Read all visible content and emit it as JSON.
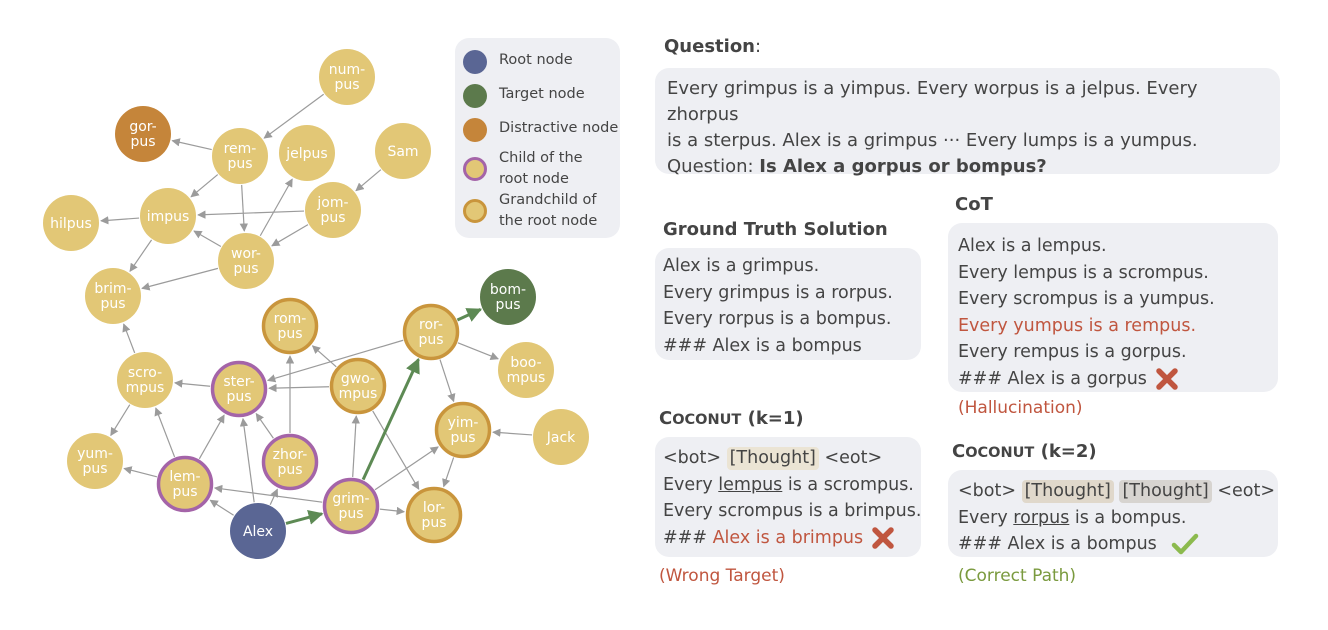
{
  "colors": {
    "root": "#5a6694",
    "target": "#5c7a4c",
    "distractive": "#c5853a",
    "node_fill": "#e2c776",
    "child_stroke": "#a464a8",
    "grandchild_stroke": "#c9953c",
    "edge": "#9b9b9b",
    "path": "#5d8a54",
    "error_red": "#c0563f",
    "correct_green": "#7a9a3e"
  },
  "graph": {
    "nodes": [
      {
        "id": "numpus",
        "label": "num-\npus",
        "kind": "plain"
      },
      {
        "id": "gorpus",
        "label": "gor-\npus",
        "kind": "distractive"
      },
      {
        "id": "rempus",
        "label": "rem-\npus",
        "kind": "plain"
      },
      {
        "id": "jelpus",
        "label": "jelpus",
        "kind": "plain"
      },
      {
        "id": "Sam",
        "label": "Sam",
        "kind": "plain"
      },
      {
        "id": "hilpus",
        "label": "hilpus",
        "kind": "plain"
      },
      {
        "id": "impus",
        "label": "impus",
        "kind": "plain"
      },
      {
        "id": "jompus",
        "label": "jom-\npus",
        "kind": "plain"
      },
      {
        "id": "worpus",
        "label": "wor-\npus",
        "kind": "plain"
      },
      {
        "id": "brimpus",
        "label": "brim-\npus",
        "kind": "plain"
      },
      {
        "id": "rompus",
        "label": "rom-\npus",
        "kind": "grandchild"
      },
      {
        "id": "rorpus",
        "label": "ror-\npus",
        "kind": "grandchild"
      },
      {
        "id": "bompus",
        "label": "bom-\npus",
        "kind": "target"
      },
      {
        "id": "boompus",
        "label": "boo-\nmpus",
        "kind": "plain"
      },
      {
        "id": "scrompus",
        "label": "scro-\nmpus",
        "kind": "plain"
      },
      {
        "id": "sterpus",
        "label": "ster-\npus",
        "kind": "child"
      },
      {
        "id": "gwompus",
        "label": "gwo-\nmpus",
        "kind": "grandchild"
      },
      {
        "id": "yimpus",
        "label": "yim-\npus",
        "kind": "grandchild"
      },
      {
        "id": "Jack",
        "label": "Jack",
        "kind": "plain"
      },
      {
        "id": "yumpus",
        "label": "yum-\npus",
        "kind": "plain"
      },
      {
        "id": "lempus",
        "label": "lem-\npus",
        "kind": "child"
      },
      {
        "id": "zhorpus",
        "label": "zhor-\npus",
        "kind": "child"
      },
      {
        "id": "grimpus",
        "label": "grim-\npus",
        "kind": "child"
      },
      {
        "id": "lorpus",
        "label": "lor-\npus",
        "kind": "grandchild"
      },
      {
        "id": "Alex",
        "label": "Alex",
        "kind": "root"
      }
    ],
    "edges": [
      [
        "numpus",
        "rempus"
      ],
      [
        "Sam",
        "jompus"
      ],
      [
        "rempus",
        "gorpus"
      ],
      [
        "rempus",
        "impus"
      ],
      [
        "rempus",
        "worpus"
      ],
      [
        "impus",
        "hilpus"
      ],
      [
        "impus",
        "brimpus"
      ],
      [
        "jompus",
        "impus"
      ],
      [
        "jompus",
        "worpus"
      ],
      [
        "worpus",
        "impus"
      ],
      [
        "worpus",
        "jelpus"
      ],
      [
        "worpus",
        "brimpus"
      ],
      [
        "scrompus",
        "brimpus"
      ],
      [
        "scrompus",
        "yumpus"
      ],
      [
        "lempus",
        "scrompus"
      ],
      [
        "lempus",
        "yumpus"
      ],
      [
        "lempus",
        "sterpus"
      ],
      [
        "Alex",
        "lempus"
      ],
      [
        "Alex",
        "sterpus"
      ],
      [
        "Alex",
        "zhorpus"
      ],
      [
        "zhorpus",
        "sterpus"
      ],
      [
        "zhorpus",
        "rompus"
      ],
      [
        "gwompus",
        "sterpus"
      ],
      [
        "gwompus",
        "rompus"
      ],
      [
        "grimpus",
        "gwompus"
      ],
      [
        "grimpus",
        "lempus"
      ],
      [
        "grimpus",
        "yimpus"
      ],
      [
        "grimpus",
        "lorpus"
      ],
      [
        "rorpus",
        "sterpus"
      ],
      [
        "rorpus",
        "boompus"
      ],
      [
        "rorpus",
        "yimpus"
      ],
      [
        "gwompus",
        "lorpus"
      ],
      [
        "yimpus",
        "lorpus"
      ],
      [
        "Jack",
        "yimpus"
      ],
      [
        "sterpus",
        "scrompus"
      ]
    ],
    "path_edges": [
      [
        "Alex",
        "grimpus"
      ],
      [
        "grimpus",
        "rorpus"
      ],
      [
        "rorpus",
        "bompus"
      ]
    ]
  },
  "legend": [
    {
      "label": "Root node",
      "kind": "root"
    },
    {
      "label": "Target node",
      "kind": "target"
    },
    {
      "label": "Distractive node",
      "kind": "distractive"
    },
    {
      "label": "Child of the\nroot node",
      "kind": "child"
    },
    {
      "label": "Grandchild of\nthe root node",
      "kind": "grandchild"
    }
  ],
  "question": {
    "heading": "Question",
    "colon": ":",
    "line1": "Every grimpus is a yimpus. Every worpus is a jelpus. Every zhorpus",
    "line2": "is a sterpus. Alex is a grimpus ··· Every lumps is a yumpus.",
    "prefix": "Question: ",
    "bold": "Is Alex a gorpus or bompus?"
  },
  "ground_truth": {
    "heading": "Ground Truth Solution",
    "lines": [
      "Alex is a grimpus.",
      "Every grimpus is a rorpus.",
      "Every rorpus is a bompus.",
      "### Alex is a bompus"
    ]
  },
  "cot": {
    "heading": "CoT",
    "lines": [
      "Alex is a lempus.",
      "Every lempus is a scrompus.",
      "Every scrompus is a yumpus.",
      "Every yumpus is a rempus.",
      "Every rempus is a gorpus.",
      "### Alex is a gorpus"
    ],
    "note": "(Hallucination)"
  },
  "coconut1": {
    "heading_c": "C",
    "heading_sc": "OCONUT",
    "heading_k": " (k=1)",
    "bot": "<bot>",
    "thought": "[Thought]",
    "eot": "<eot>",
    "l2_pre": "Every ",
    "l2_u": "lempus",
    "l2_post": " is a scrompus.",
    "l3": "Every scrompus is a brimpus.",
    "l4_pre": "### ",
    "l4_red": "Alex is a brimpus",
    "note": "(Wrong Target)"
  },
  "coconut2": {
    "heading_c": "C",
    "heading_sc": "OCONUT",
    "heading_k": " (k=2)",
    "bot": "<bot>",
    "thought1": "[Thought]",
    "thought2": "[Thought]",
    "eot": "<eot>",
    "l2_pre": "Every ",
    "l2_u": "rorpus",
    "l2_post": " is a bompus.",
    "l3": "### Alex is a bompus",
    "note": "(Correct Path)"
  }
}
